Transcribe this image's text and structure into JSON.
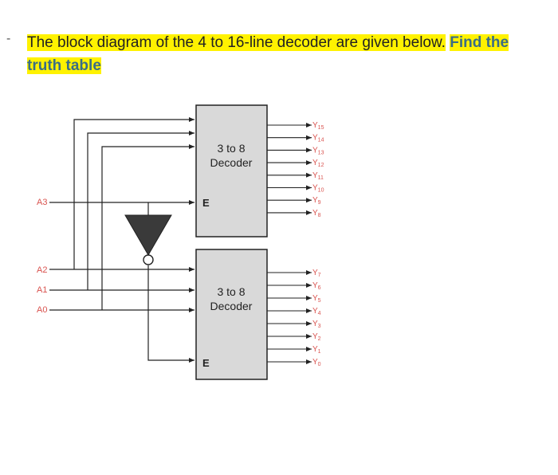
{
  "question": {
    "bullet": "-",
    "text_plain": "The block diagram of the 4 to 16-line decoder are given below.",
    "text_bold": "Find the truth table"
  },
  "diagram": {
    "top_decoder": {
      "line1": "3 to 8",
      "line2": "Decoder",
      "enable": "E"
    },
    "bottom_decoder": {
      "line1": "3 to 8",
      "line2": "Decoder",
      "enable": "E"
    },
    "inputs": [
      "A3",
      "A2",
      "A1",
      "A0"
    ],
    "top_outputs": [
      "Y15",
      "Y14",
      "Y13",
      "Y12",
      "Y11",
      "Y10",
      "Y9",
      "Y8"
    ],
    "bottom_outputs": [
      "Y7",
      "Y6",
      "Y5",
      "Y4",
      "Y3",
      "Y2",
      "Y1",
      "Y0"
    ],
    "colors": {
      "label": "#d9534f",
      "block_fill": "#d9d9d9",
      "inverter": "#3a3a3a",
      "highlight": "#fff200"
    }
  }
}
